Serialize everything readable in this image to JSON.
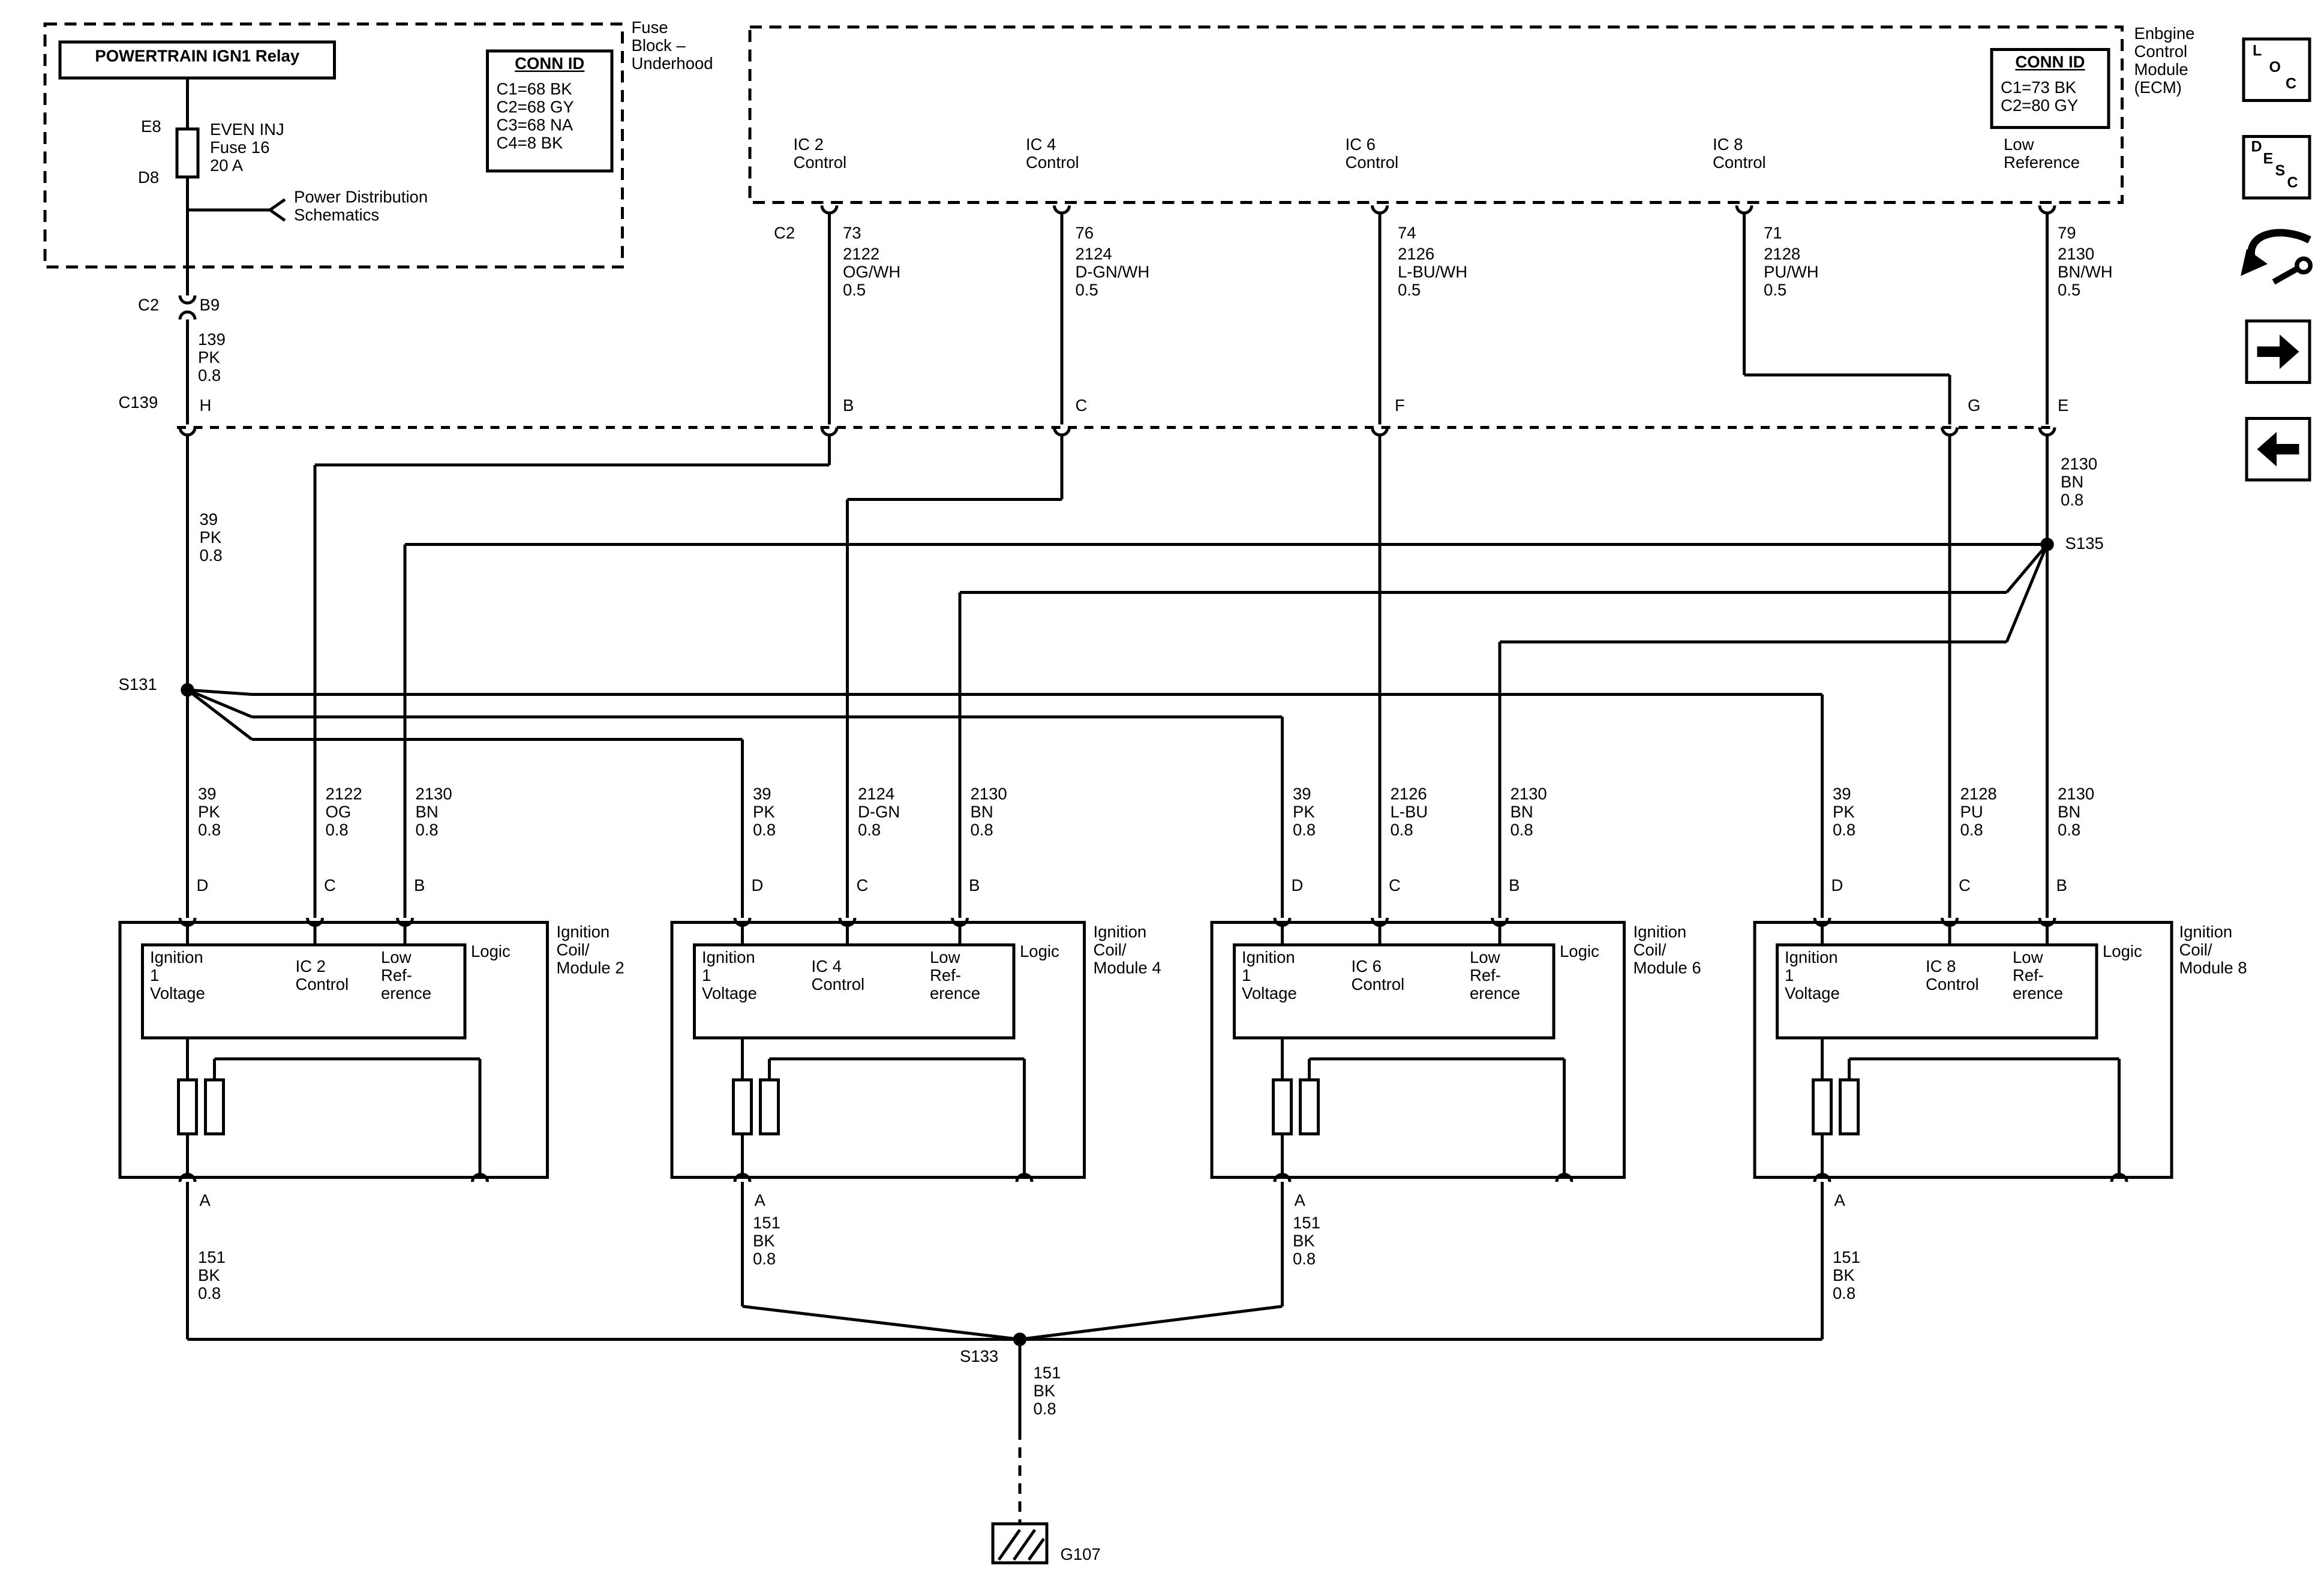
{
  "page": {
    "ink": "#000000",
    "paper": "#ffffff"
  },
  "fuse_block": {
    "title": "Fuse\nBlock –\nUnderhood",
    "relay_label": "POWERTRAIN IGN1 Relay",
    "pin_top": "E8",
    "pin_bottom": "D8",
    "fuse_label": "EVEN INJ\nFuse 16\n20 A",
    "note": "Power Distribution\nSchematics",
    "conn_id": {
      "title": "CONN ID",
      "rows": "C1=68 BK\nC2=68 GY\nC3=68 NA\nC4=8 BK"
    },
    "out_conn": "C2",
    "out_pin": "B9",
    "out_wire": "139\nPK\n0.8"
  },
  "ecm": {
    "title": "Enbgine\nControl\nModule\n(ECM)",
    "conn_id": {
      "title": "CONN ID",
      "rows": "C1=73 BK\nC2=80 GY"
    },
    "conn_label": "C2",
    "outputs": [
      {
        "name": "IC 2\nControl",
        "pin": "73",
        "wire": "2122\nOG/WH\n0.5"
      },
      {
        "name": "IC 4\nControl",
        "pin": "76",
        "wire": "2124\nD-GN/WH\n0.5"
      },
      {
        "name": "IC 6\nControl",
        "pin": "74",
        "wire": "2126\nL-BU/WH\n0.5"
      },
      {
        "name": "IC 8\nControl",
        "pin": "71",
        "wire": "2128\nPU/WH\n0.5"
      },
      {
        "name": "Low\nReference",
        "pin": "79",
        "wire": "2130\nBN/WH\n0.5"
      }
    ]
  },
  "c139": {
    "label": "C139",
    "pin_h": "H",
    "pin_b": "B",
    "pin_c": "C",
    "pin_f": "F",
    "pin_g": "G",
    "pin_e": "E"
  },
  "trunk": {
    "w39": "39\nPK\n0.8",
    "w2130": "2130\nBN\n0.8",
    "s131": "S131",
    "s135": "S135"
  },
  "modules": [
    {
      "title": "Ignition\nCoil/\nModule 2",
      "logic": "Logic",
      "col_voltage": "Ignition\n1\nVoltage",
      "col_control": "IC 2\nControl",
      "col_lowref": "Low\nRef-\nerence",
      "td": "D",
      "tc": "C",
      "tb": "B",
      "ta": "A",
      "wd": "39\nPK\n0.8",
      "wc": "2122\nOG\n0.8",
      "wb": "2130\nBN\n0.8",
      "wa": "151\nBK\n0.8"
    },
    {
      "title": "Ignition\nCoil/\nModule 4",
      "logic": "Logic",
      "col_voltage": "Ignition\n1\nVoltage",
      "col_control": "IC 4\nControl",
      "col_lowref": "Low\nRef-\nerence",
      "td": "D",
      "tc": "C",
      "tb": "B",
      "ta": "A",
      "wd": "39\nPK\n0.8",
      "wc": "2124\nD-GN\n0.8",
      "wb": "2130\nBN\n0.8",
      "wa": "151\nBK\n0.8"
    },
    {
      "title": "Ignition\nCoil/\nModule 6",
      "logic": "Logic",
      "col_voltage": "Ignition\n1\nVoltage",
      "col_control": "IC 6\nControl",
      "col_lowref": "Low\nRef-\nerence",
      "td": "D",
      "tc": "C",
      "tb": "B",
      "ta": "A",
      "wd": "39\nPK\n0.8",
      "wc": "2126\nL-BU\n0.8",
      "wb": "2130\nBN\n0.8",
      "wa": "151\nBK\n0.8"
    },
    {
      "title": "Ignition\nCoil/\nModule 8",
      "logic": "Logic",
      "col_voltage": "Ignition\n1\nVoltage",
      "col_control": "IC 8\nControl",
      "col_lowref": "Low\nRef-\nerence",
      "td": "D",
      "tc": "C",
      "tb": "B",
      "ta": "A",
      "wd": "39\nPK\n0.8",
      "wc": "2128\nPU\n0.8",
      "wb": "2130\nBN\n0.8",
      "wa": "151\nBK\n0.8"
    }
  ],
  "ground_net": {
    "s133": "S133",
    "wire": "151\nBK\n0.8",
    "ground": "G107"
  },
  "nav": {
    "loc": {
      "l1": "L",
      "l2": "O",
      "l3": "C"
    },
    "desc": {
      "l1": "D",
      "l2": "E",
      "l3": "S",
      "l4": "C"
    }
  }
}
